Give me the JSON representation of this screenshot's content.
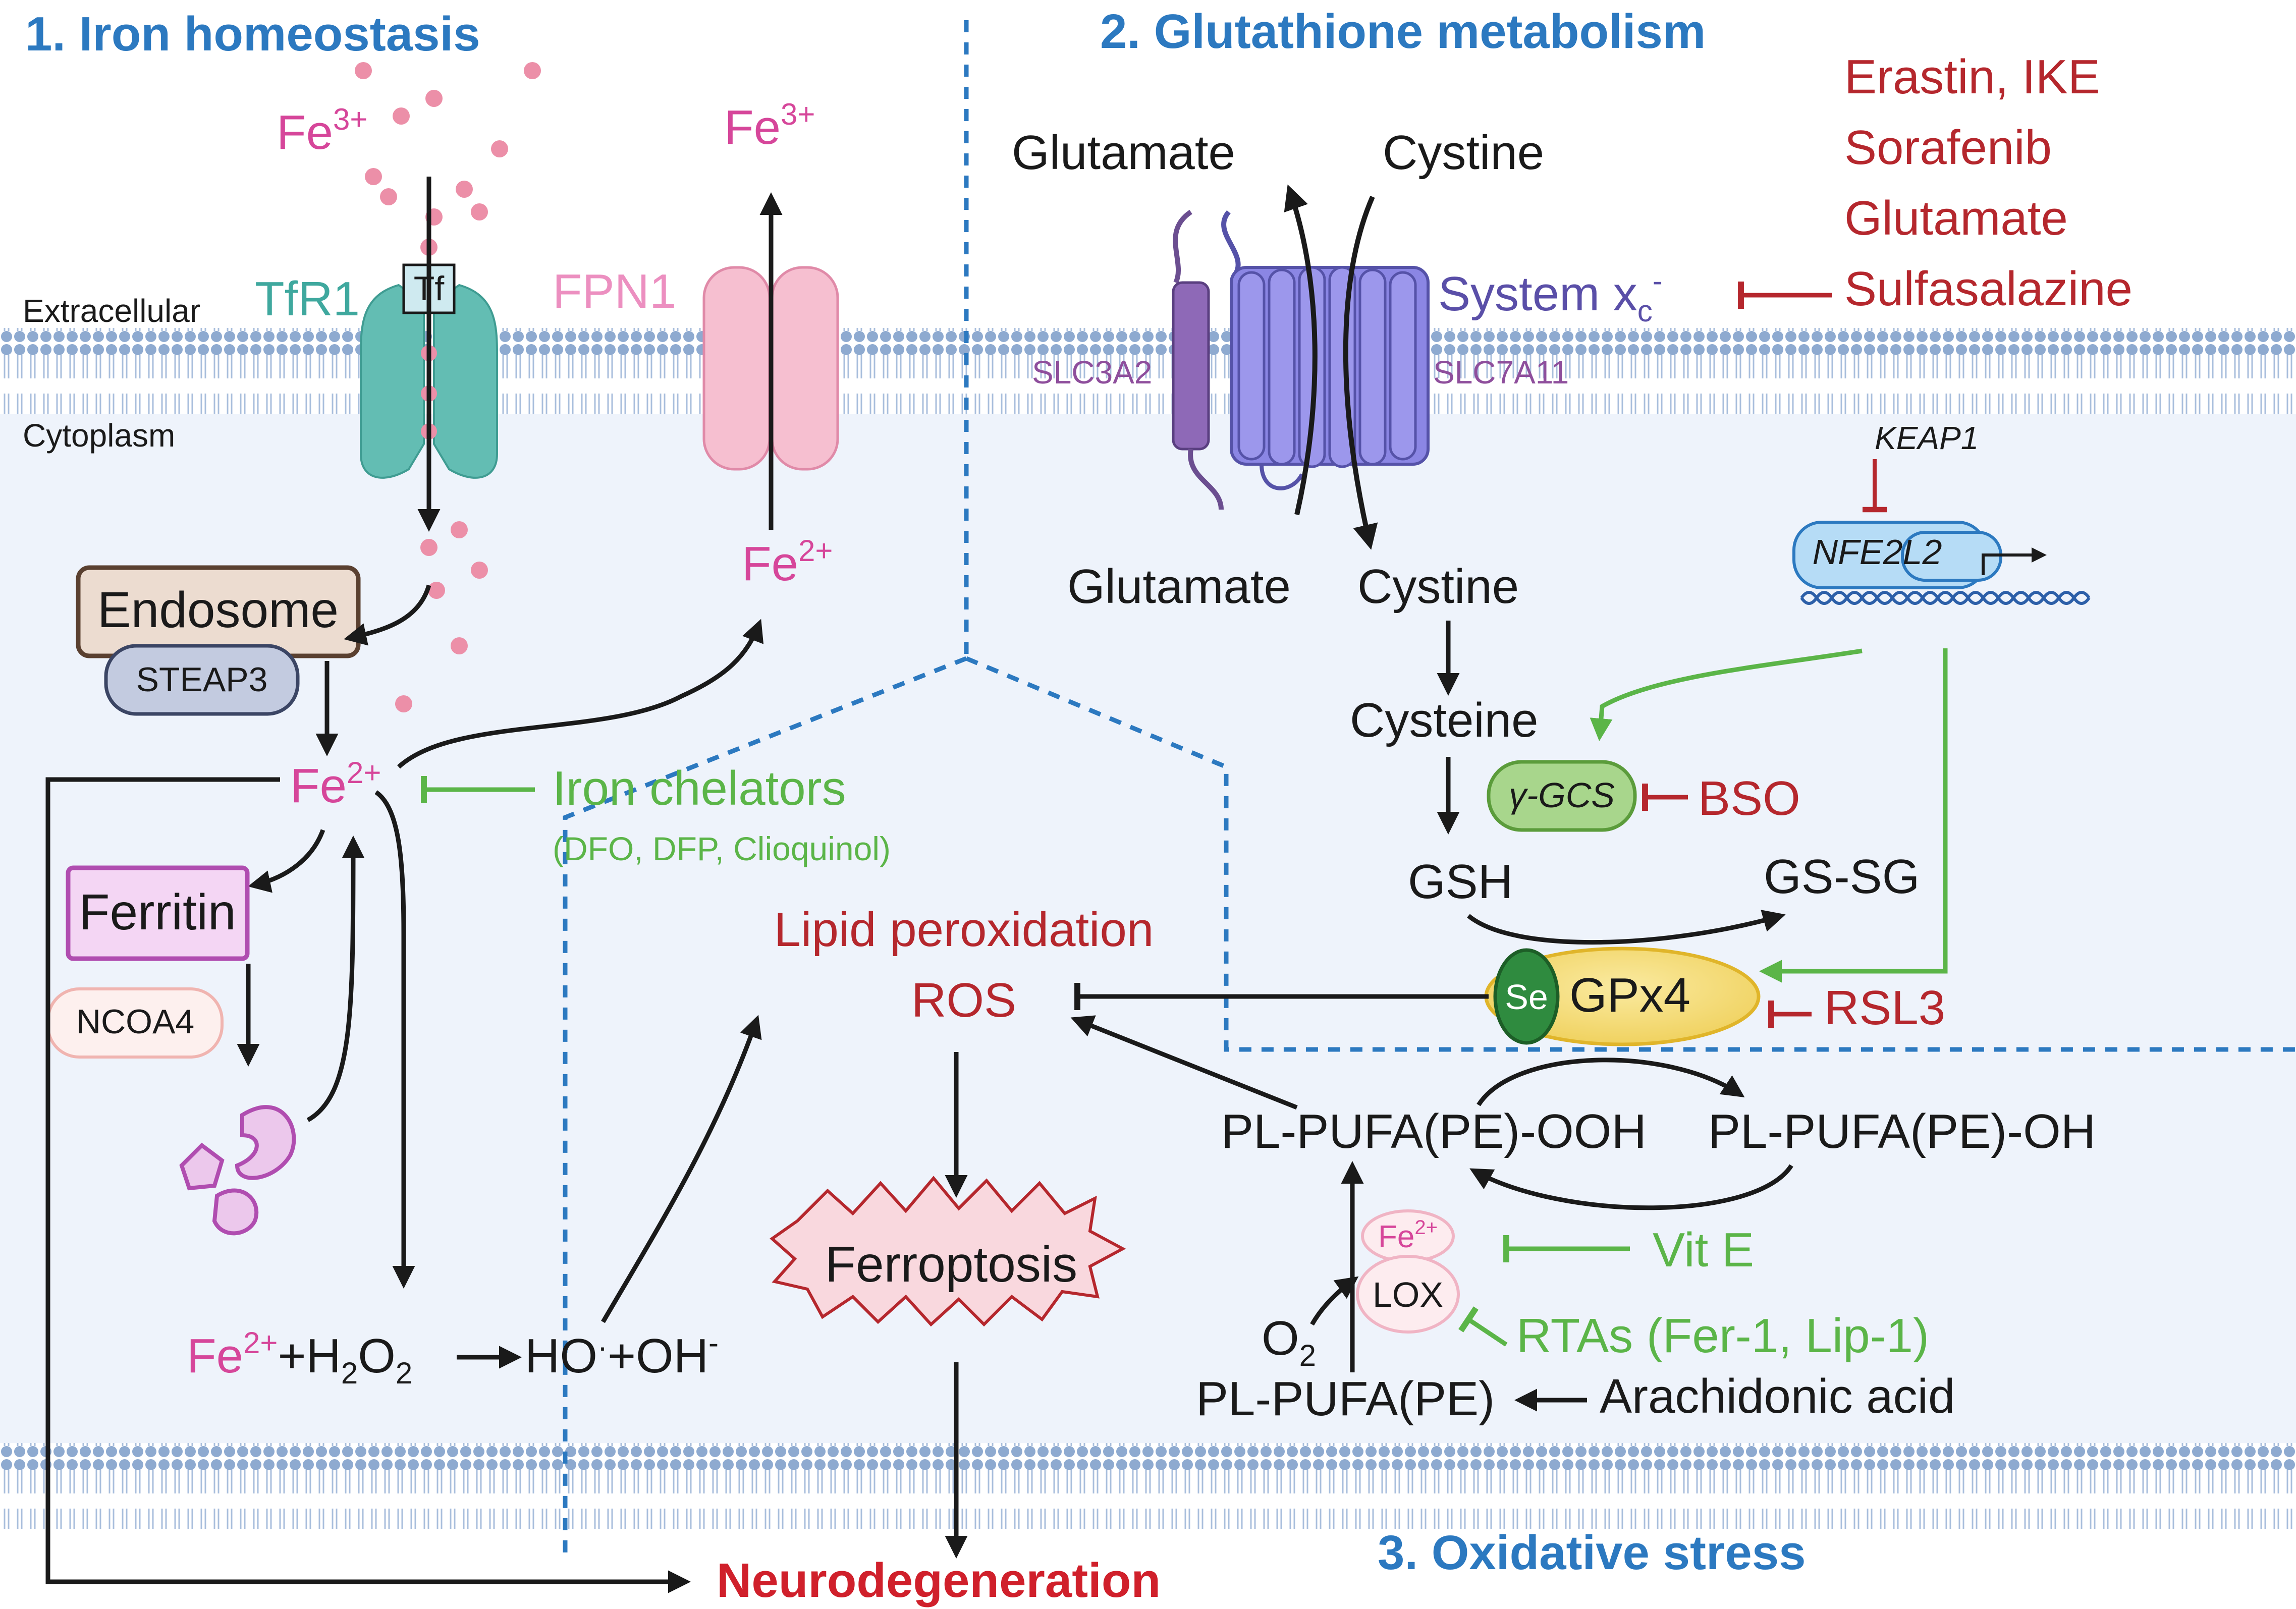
{
  "sections": {
    "iron": "1. Iron homeostasis",
    "glutathione": "2. Glutathione metabolism",
    "oxidative": "3. Oxidative stress"
  },
  "membrane": {
    "extracellular": "Extracellular",
    "cytoplasm": "Cytoplasm"
  },
  "iron": {
    "fe3_in": "Fe",
    "fe3_in_sup": "3+",
    "tfr1": "TfR1",
    "tf": "Tf",
    "fpn1": "FPN1",
    "fe3_out": "Fe",
    "fe3_out_sup": "3+",
    "fe2_fpn": "Fe",
    "fe2_fpn_sup": "2+",
    "endosome": "Endosome",
    "steap3": "STEAP3",
    "fe2_main": "Fe",
    "fe2_main_sup": "2+",
    "ferritin": "Ferritin",
    "ncoa4": "NCOA4",
    "chelators": "Iron chelators",
    "chelators_list": "(DFO, DFP, Clioquinol)",
    "fenton": {
      "fe": "Fe",
      "fe_sup": "2+",
      "plus_h": "+H",
      "h_sub": "2",
      "o": "O",
      "o_sub": "2",
      "ho": "HO",
      "dot": "·",
      "plus_oh": "+OH",
      "minus": "-"
    }
  },
  "glutathione": {
    "glutamate_top": "Glutamate",
    "cystine_top": "Cystine",
    "system_xc": "System x",
    "xc_sub": "c",
    "xc_sup": "-",
    "slc3a2": "SLC3A2",
    "slc7a11": "SLC7A11",
    "inhibitors": [
      "Erastin, IKE",
      "Sorafenib",
      "Glutamate",
      "Sulfasalazine"
    ],
    "keap1": "KEAP1",
    "nfe2l2": "NFE2L2",
    "glutamate_bottom": "Glutamate",
    "cystine_bottom": "Cystine",
    "cysteine": "Cysteine",
    "ggcs": "γ-GCS",
    "bso": "BSO",
    "gsh": "GSH",
    "gssg": "GS-SG",
    "se": "Se",
    "gpx4": "GPx4",
    "rsl3": "RSL3"
  },
  "oxidative": {
    "lipid_peroxidation": "Lipid peroxidation",
    "ros": "ROS",
    "ferroptosis": "Ferroptosis",
    "pl_ooh": "PL-PUFA(PE)-OOH",
    "pl_oh": "PL-PUFA(PE)-OH",
    "fe2_lox": "Fe",
    "fe2_lox_sup": "2+",
    "lox": "LOX",
    "vit_e": "Vit E",
    "rtas": "RTAs (Fer-1, Lip-1)",
    "o2": "O",
    "o2_sub": "2",
    "pl_pufa": "PL-PUFA(PE)",
    "arachidonic": "Arachidonic acid"
  },
  "outcome": {
    "neurodegeneration": "Neurodegeneration"
  },
  "colors": {
    "section_blue": "#2c79c0",
    "inhibitor_red": "#b5272d",
    "activator_green": "#5bb548",
    "iron_pink": "#d6469a",
    "cytoplasm_bg": "#eef3fb",
    "membrane": "#8eaad0",
    "transporter_purple": "#7b77d6",
    "gpx4_yellow": "#f3dd78",
    "tfr1_teal": "#63bdb3",
    "fpn1_pink": "#f6bfd0",
    "ferritin_purple": "#c75bc4"
  }
}
